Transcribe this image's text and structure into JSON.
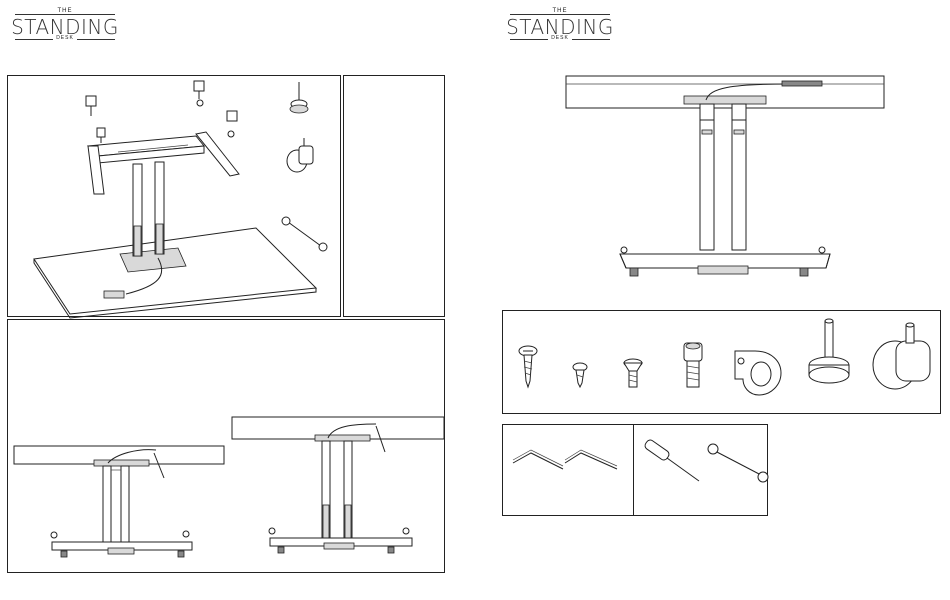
{
  "brand": {
    "top": "THE",
    "name": "STANDING",
    "bottom": "DESK"
  },
  "icons": {
    "left_panel_a": [
      "assembly-diagram-icon",
      "screw-icon",
      "glide-icon",
      "castor-icon",
      "wrench-icon"
    ],
    "left_panel_b": [
      "desk-side-view-icon",
      "desk-low-position-icon",
      "desk-high-position-icon"
    ],
    "right_top": [
      "desk-front-view-icon"
    ],
    "hardware": [
      "round-head-screw-icon",
      "small-screw-icon",
      "flat-head-bolt-icon",
      "hex-socket-bolt-icon",
      "cable-clip-icon",
      "levelling-glide-icon",
      "castor-wheel-icon"
    ],
    "tools": [
      "allen-key-large-icon",
      "allen-key-small-icon",
      "screwdriver-icon",
      "spanner-icon"
    ]
  }
}
